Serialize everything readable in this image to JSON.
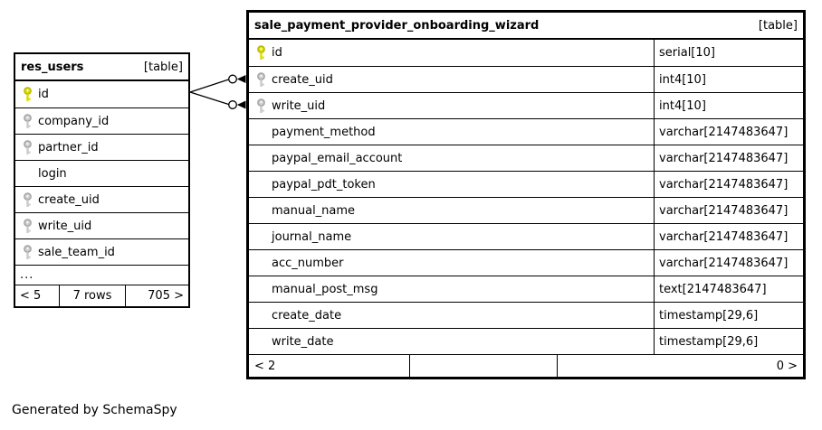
{
  "diagram": {
    "generated_by": "Generated by SchemaSpy"
  },
  "colors": {
    "primary_key_fill": "#dcdc00",
    "primary_key_stroke": "#b0b000",
    "foreign_key_fill": "#cbcbcb",
    "foreign_key_stroke": "#9a9a9a",
    "border": "#000000",
    "background": "#ffffff"
  },
  "tables": [
    {
      "name": "res_users",
      "badge": "[table]",
      "columns": [
        {
          "name": "id",
          "key": "primary"
        },
        {
          "name": "company_id",
          "key": "foreign"
        },
        {
          "name": "partner_id",
          "key": "foreign"
        },
        {
          "name": "login",
          "key": "none"
        },
        {
          "name": "create_uid",
          "key": "foreign"
        },
        {
          "name": "write_uid",
          "key": "foreign"
        },
        {
          "name": "sale_team_id",
          "key": "foreign"
        }
      ],
      "ellipsis": "...",
      "footer": {
        "children": "< 5",
        "rows": "7 rows",
        "parents": "705 >"
      }
    },
    {
      "name": "sale_payment_provider_onboarding_wizard",
      "badge": "[table]",
      "columns": [
        {
          "name": "id",
          "type": "serial[10]",
          "key": "primary"
        },
        {
          "name": "create_uid",
          "type": "int4[10]",
          "key": "foreign"
        },
        {
          "name": "write_uid",
          "type": "int4[10]",
          "key": "foreign"
        },
        {
          "name": "payment_method",
          "type": "varchar[2147483647]",
          "key": "none"
        },
        {
          "name": "paypal_email_account",
          "type": "varchar[2147483647]",
          "key": "none"
        },
        {
          "name": "paypal_pdt_token",
          "type": "varchar[2147483647]",
          "key": "none"
        },
        {
          "name": "manual_name",
          "type": "varchar[2147483647]",
          "key": "none"
        },
        {
          "name": "journal_name",
          "type": "varchar[2147483647]",
          "key": "none"
        },
        {
          "name": "acc_number",
          "type": "varchar[2147483647]",
          "key": "none"
        },
        {
          "name": "manual_post_msg",
          "type": "text[2147483647]",
          "key": "none"
        },
        {
          "name": "create_date",
          "type": "timestamp[29,6]",
          "key": "none"
        },
        {
          "name": "write_date",
          "type": "timestamp[29,6]",
          "key": "none"
        }
      ],
      "footer": {
        "children": "< 2",
        "rows": "",
        "parents": "0 >"
      }
    }
  ],
  "relationships": [
    {
      "from": "res_users.id",
      "to": "sale_payment_provider_onboarding_wizard.create_uid"
    },
    {
      "from": "res_users.id",
      "to": "sale_payment_provider_onboarding_wizard.write_uid"
    }
  ]
}
